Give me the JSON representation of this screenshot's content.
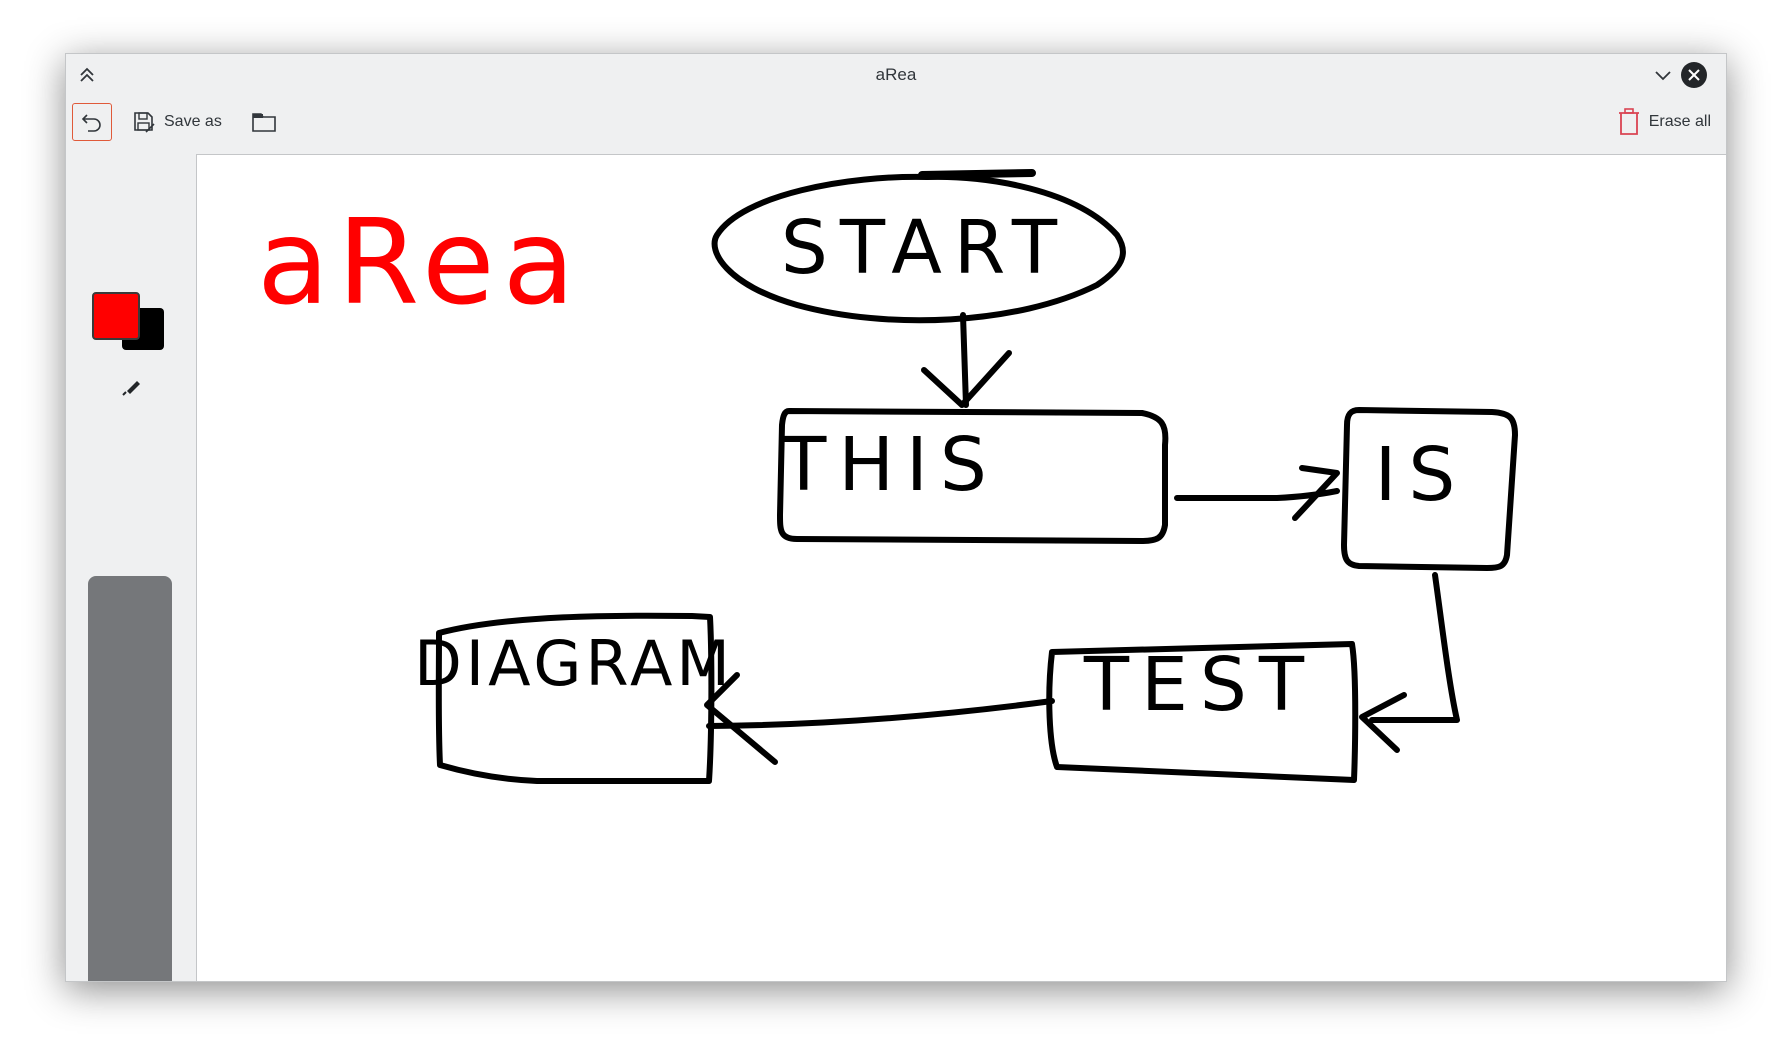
{
  "window": {
    "title": "aRea"
  },
  "toolbar": {
    "save_as_label": "Save as",
    "erase_all_label": "Erase all"
  },
  "sidebar": {
    "primary_color": "#ff0000",
    "secondary_color": "#000000",
    "active_tool": "pen-icon"
  },
  "canvas": {
    "drawing_title": "aRea",
    "nodes": [
      "START",
      "THIS",
      "IS",
      "TEST",
      "DIAGRAM"
    ],
    "title_color": "#ff0000",
    "ink_color": "#000000"
  },
  "colors": {
    "accent": "#e05a3a",
    "erase_icon": "#da4453",
    "slider": "#75777a"
  }
}
